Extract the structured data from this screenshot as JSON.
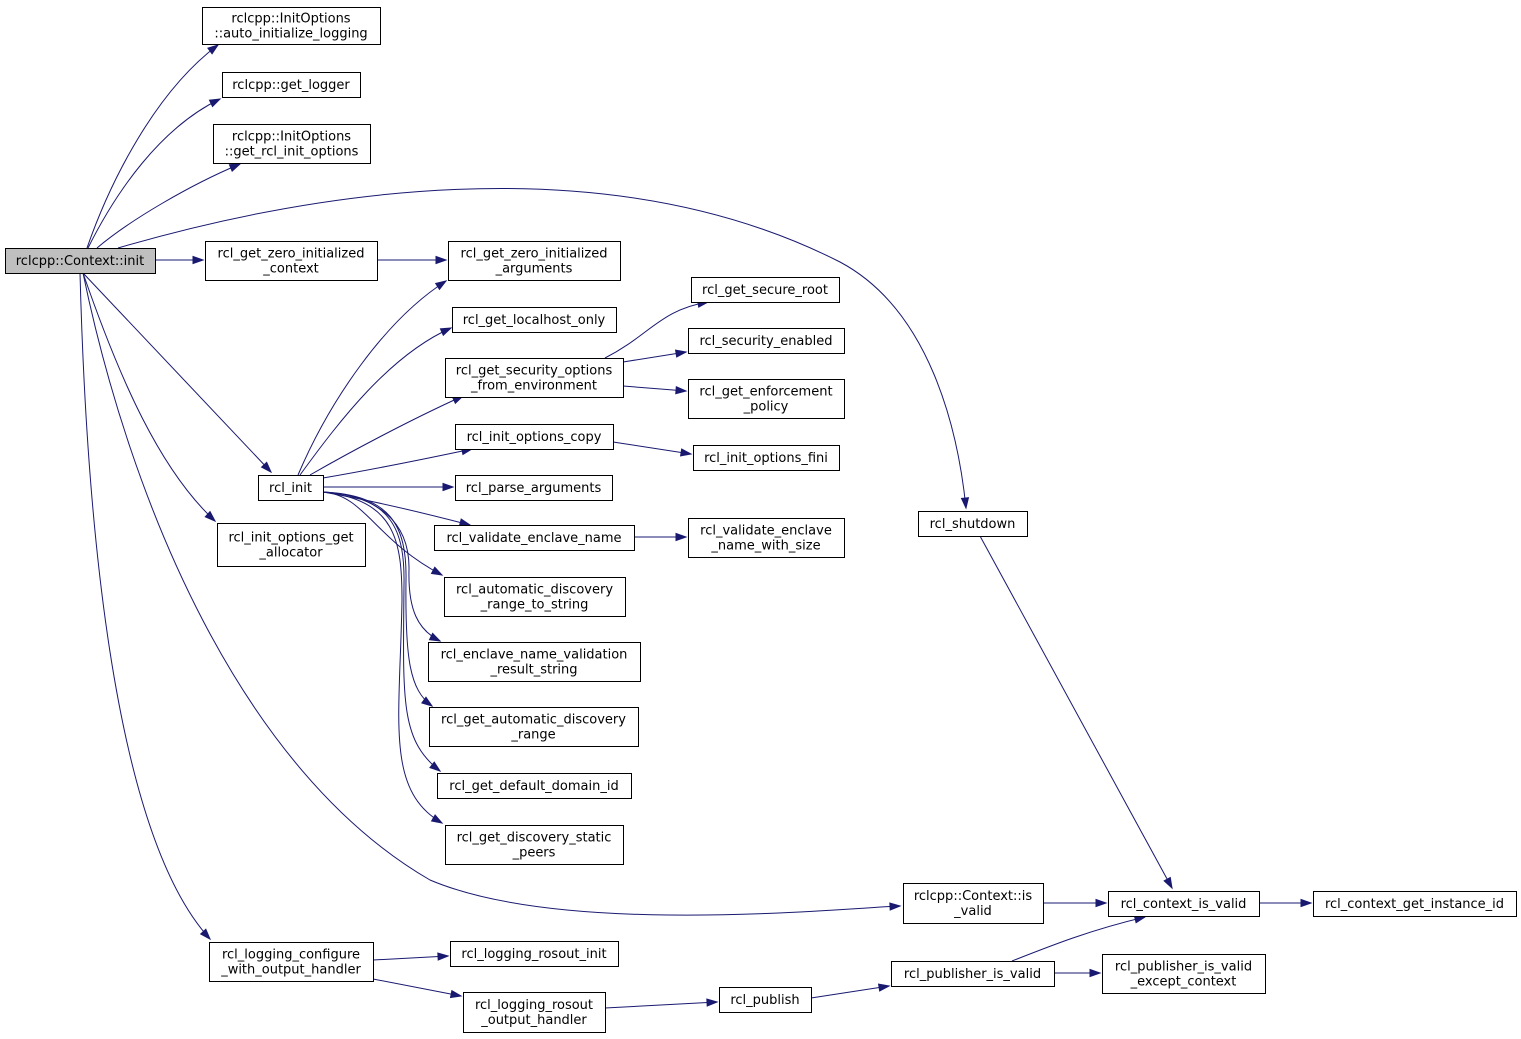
{
  "graph": {
    "root": "ctx_init",
    "nodes": [
      {
        "id": "ctx_init",
        "lines": [
          "rclcpp::Context::init"
        ],
        "root": true
      },
      {
        "id": "auto_init_log",
        "lines": [
          "rclcpp::InitOptions",
          "::auto_initialize_logging"
        ]
      },
      {
        "id": "get_logger",
        "lines": [
          "rclcpp::get_logger"
        ]
      },
      {
        "id": "get_rcl_init_opts",
        "lines": [
          "rclcpp::InitOptions",
          "::get_rcl_init_options"
        ]
      },
      {
        "id": "zero_ctx",
        "lines": [
          "rcl_get_zero_initialized",
          "_context"
        ]
      },
      {
        "id": "zero_args",
        "lines": [
          "rcl_get_zero_initialized",
          "_arguments"
        ]
      },
      {
        "id": "secure_root",
        "lines": [
          "rcl_get_secure_root"
        ]
      },
      {
        "id": "localhost_only",
        "lines": [
          "rcl_get_localhost_only"
        ]
      },
      {
        "id": "security_enabled",
        "lines": [
          "rcl_security_enabled"
        ]
      },
      {
        "id": "sec_opts_env",
        "lines": [
          "rcl_get_security_options",
          "_from_environment"
        ]
      },
      {
        "id": "enforcement",
        "lines": [
          "rcl_get_enforcement",
          "_policy"
        ]
      },
      {
        "id": "init_opts_copy",
        "lines": [
          "rcl_init_options_copy"
        ]
      },
      {
        "id": "init_opts_fini",
        "lines": [
          "rcl_init_options_fini"
        ]
      },
      {
        "id": "rcl_init",
        "lines": [
          "rcl_init"
        ]
      },
      {
        "id": "parse_args",
        "lines": [
          "rcl_parse_arguments"
        ]
      },
      {
        "id": "validate_enclave",
        "lines": [
          "rcl_validate_enclave_name"
        ]
      },
      {
        "id": "validate_enclave_size",
        "lines": [
          "rcl_validate_enclave",
          "_name_with_size"
        ]
      },
      {
        "id": "rcl_shutdown",
        "lines": [
          "rcl_shutdown"
        ]
      },
      {
        "id": "get_allocator",
        "lines": [
          "rcl_init_options_get",
          "_allocator"
        ]
      },
      {
        "id": "auto_disc_str",
        "lines": [
          "rcl_automatic_discovery",
          "_range_to_string"
        ]
      },
      {
        "id": "enclave_result",
        "lines": [
          "rcl_enclave_name_validation",
          "_result_string"
        ]
      },
      {
        "id": "auto_disc_range",
        "lines": [
          "rcl_get_automatic_discovery",
          "_range"
        ]
      },
      {
        "id": "domain_id",
        "lines": [
          "rcl_get_default_domain_id"
        ]
      },
      {
        "id": "static_peers",
        "lines": [
          "rcl_get_discovery_static",
          "_peers"
        ]
      },
      {
        "id": "ctx_is_valid",
        "lines": [
          "rclcpp::Context::is",
          "_valid"
        ]
      },
      {
        "id": "rcl_ctx_valid",
        "lines": [
          "rcl_context_is_valid"
        ]
      },
      {
        "id": "instance_id",
        "lines": [
          "rcl_context_get_instance_id"
        ]
      },
      {
        "id": "log_config",
        "lines": [
          "rcl_logging_configure",
          "_with_output_handler"
        ]
      },
      {
        "id": "rosout_init",
        "lines": [
          "rcl_logging_rosout_init"
        ]
      },
      {
        "id": "pub_is_valid",
        "lines": [
          "rcl_publisher_is_valid"
        ]
      },
      {
        "id": "pub_valid_except",
        "lines": [
          "rcl_publisher_is_valid",
          "_except_context"
        ]
      },
      {
        "id": "rosout_handler",
        "lines": [
          "rcl_logging_rosout",
          "_output_handler"
        ]
      },
      {
        "id": "rcl_publish",
        "lines": [
          "rcl_publish"
        ]
      }
    ],
    "edges": [
      {
        "from": "ctx_init",
        "to": "auto_init_log"
      },
      {
        "from": "ctx_init",
        "to": "get_logger"
      },
      {
        "from": "ctx_init",
        "to": "get_rcl_init_opts"
      },
      {
        "from": "ctx_init",
        "to": "zero_ctx"
      },
      {
        "from": "ctx_init",
        "to": "rcl_shutdown"
      },
      {
        "from": "ctx_init",
        "to": "rcl_init"
      },
      {
        "from": "ctx_init",
        "to": "get_allocator"
      },
      {
        "from": "ctx_init",
        "to": "ctx_is_valid"
      },
      {
        "from": "ctx_init",
        "to": "log_config"
      },
      {
        "from": "zero_ctx",
        "to": "zero_args"
      },
      {
        "from": "rcl_init",
        "to": "zero_args"
      },
      {
        "from": "rcl_init",
        "to": "localhost_only"
      },
      {
        "from": "rcl_init",
        "to": "sec_opts_env"
      },
      {
        "from": "rcl_init",
        "to": "init_opts_copy"
      },
      {
        "from": "rcl_init",
        "to": "parse_args"
      },
      {
        "from": "rcl_init",
        "to": "validate_enclave"
      },
      {
        "from": "rcl_init",
        "to": "auto_disc_str"
      },
      {
        "from": "rcl_init",
        "to": "enclave_result"
      },
      {
        "from": "rcl_init",
        "to": "auto_disc_range"
      },
      {
        "from": "rcl_init",
        "to": "domain_id"
      },
      {
        "from": "rcl_init",
        "to": "static_peers"
      },
      {
        "from": "sec_opts_env",
        "to": "secure_root"
      },
      {
        "from": "sec_opts_env",
        "to": "security_enabled"
      },
      {
        "from": "sec_opts_env",
        "to": "enforcement"
      },
      {
        "from": "init_opts_copy",
        "to": "init_opts_fini"
      },
      {
        "from": "validate_enclave",
        "to": "validate_enclave_size"
      },
      {
        "from": "rcl_shutdown",
        "to": "rcl_ctx_valid"
      },
      {
        "from": "ctx_is_valid",
        "to": "rcl_ctx_valid"
      },
      {
        "from": "rcl_ctx_valid",
        "to": "instance_id"
      },
      {
        "from": "log_config",
        "to": "rosout_init"
      },
      {
        "from": "log_config",
        "to": "rosout_handler"
      },
      {
        "from": "rosout_handler",
        "to": "rcl_publish"
      },
      {
        "from": "rcl_publish",
        "to": "pub_is_valid"
      },
      {
        "from": "pub_is_valid",
        "to": "rcl_ctx_valid"
      },
      {
        "from": "pub_is_valid",
        "to": "pub_valid_except"
      }
    ]
  }
}
